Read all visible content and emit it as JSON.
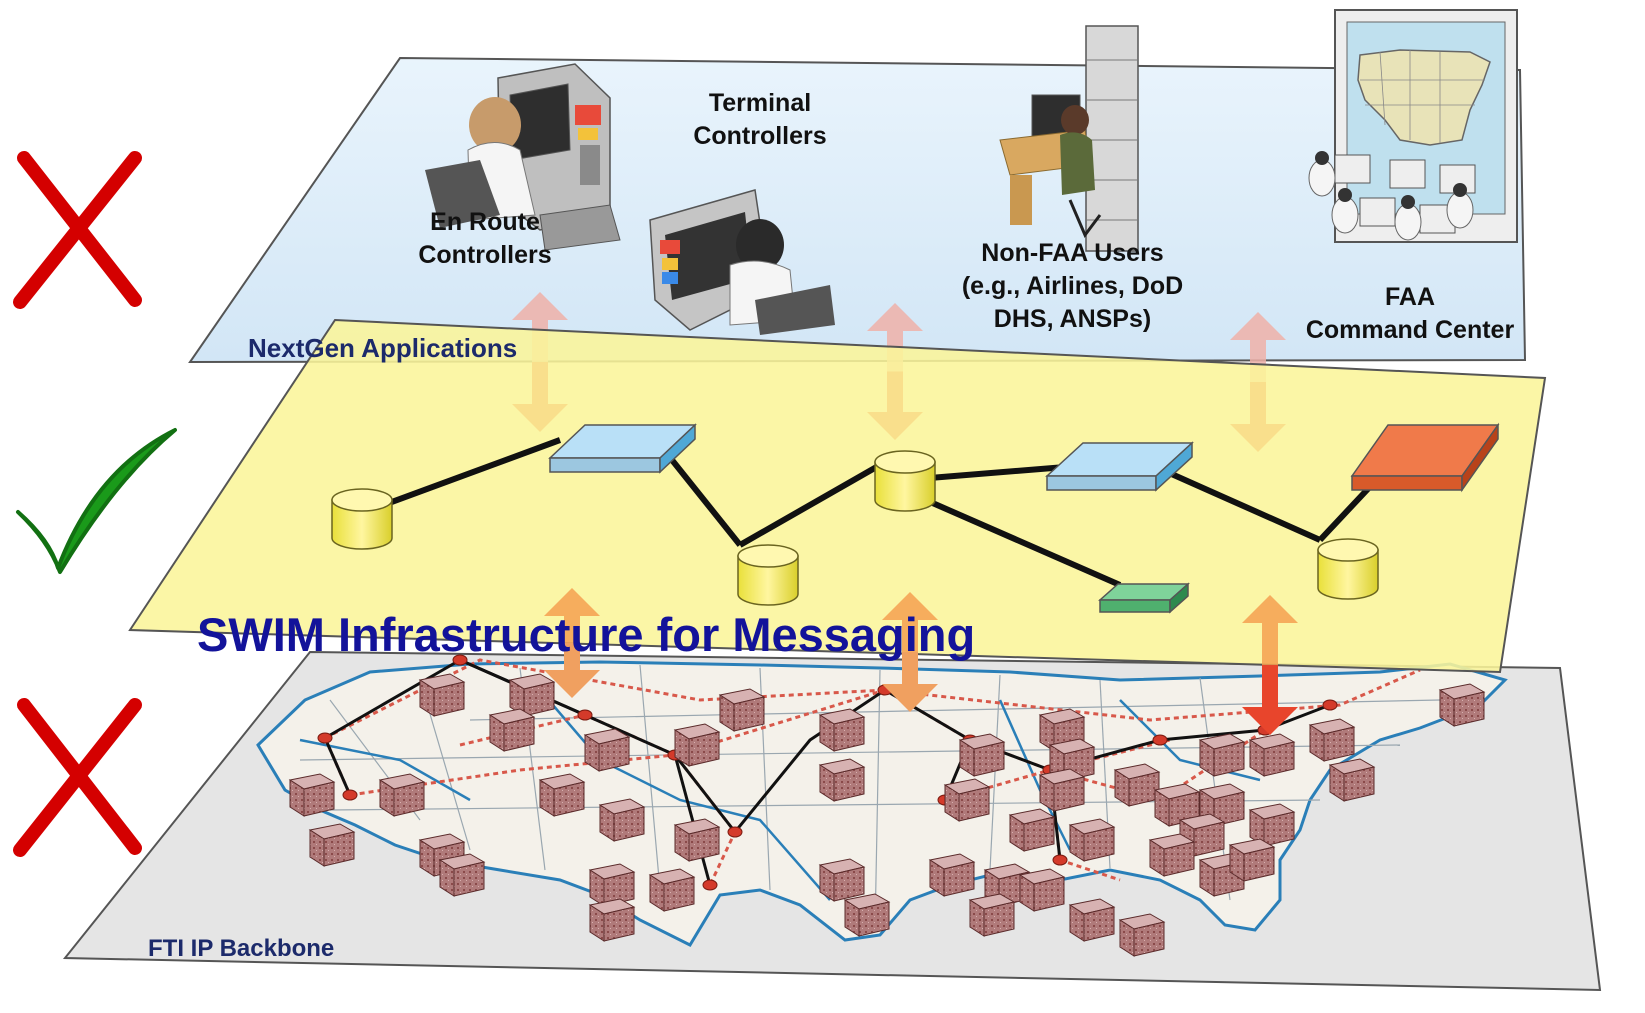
{
  "actors": {
    "terminal": [
      "Terminal",
      "Controllers"
    ],
    "en_route": [
      "En Route",
      "Controllers"
    ],
    "non_faa": [
      "Non-FAA Users",
      "(e.g., Airlines, DoD",
      "DHS, ANSPs)"
    ],
    "faa_cc": [
      "FAA",
      "Command Center"
    ]
  },
  "layers": {
    "applications": "NextGen Applications",
    "messaging": "SWIM Infrastructure for Messaging",
    "backbone": "FTI IP Backbone"
  },
  "markers": [
    {
      "layer": "applications",
      "status": "rejected",
      "icon": "x-mark-icon",
      "color": "#d40000"
    },
    {
      "layer": "messaging",
      "status": "accepted",
      "icon": "check-mark-icon",
      "color": "#1a9a1a"
    },
    {
      "layer": "backbone",
      "status": "rejected",
      "icon": "x-mark-icon",
      "color": "#d40000"
    }
  ],
  "colors": {
    "applications_plane": "#dcecf9",
    "messaging_plane": "#fbf59a",
    "backbone_plane": "#e4e4e4",
    "arrow_down": "#e8452c",
    "arrow_up": "#f5a050"
  }
}
